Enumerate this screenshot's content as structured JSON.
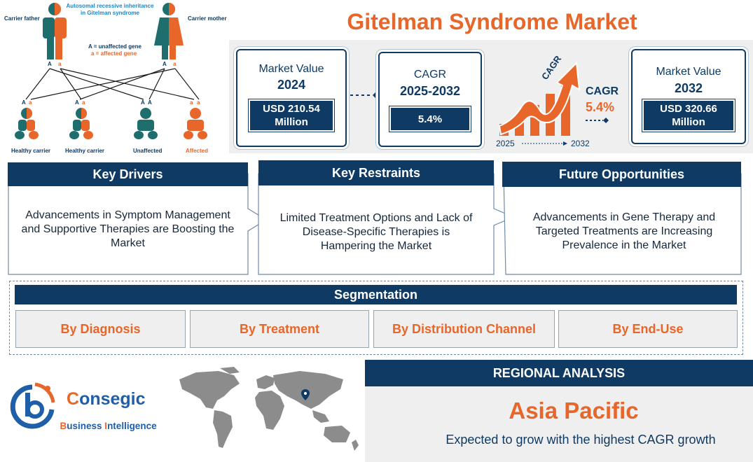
{
  "title": "Gitelman Syndrome Market",
  "genetics": {
    "title": "Autosomal recessive inheritance in Gitelman syndrome",
    "father_label": "Carrier father",
    "mother_label": "Carrier mother",
    "legend_unaffected": "A = unaffected gene",
    "legend_affected": "a = affected gene",
    "father_genes": [
      "A",
      "a"
    ],
    "mother_genes": [
      "A",
      "a"
    ],
    "children": [
      {
        "genes": [
          "A",
          "a"
        ],
        "label": "Healthy carrier"
      },
      {
        "genes": [
          "A",
          "a"
        ],
        "label": "Healthy carrier"
      },
      {
        "genes": [
          "A",
          "A"
        ],
        "label": "Unaffected"
      },
      {
        "genes": [
          "a",
          "a"
        ],
        "label": "Affected"
      }
    ]
  },
  "metrics": {
    "mv2024_label": "Market Value",
    "mv2024_year": "2024",
    "mv2024_value": "USD 210.54 Million",
    "cagr_label": "CAGR",
    "cagr_years": "2025-2032",
    "cagr_value": "5.4%",
    "mv2032_label": "Market Value",
    "mv2032_year": "2032",
    "mv2032_value": "USD 320.66 Million"
  },
  "cagr_graphic": {
    "arrow_label": "CAGR",
    "side_label": "CAGR",
    "side_value": "5.4%",
    "start_year": "2025",
    "end_year": "2032"
  },
  "panels": {
    "drivers_title": "Key Drivers",
    "drivers_text": "Advancements in Symptom Management and Supportive Therapies are Boosting the Market",
    "restraints_title": "Key Restraints",
    "restraints_text": "Limited Treatment Options and Lack of Disease-Specific Therapies is Hampering the Market",
    "opportunities_title": "Future Opportunities",
    "opportunities_text": "Advancements in Gene Therapy and Targeted Treatments are Increasing Prevalence in the Market"
  },
  "segmentation": {
    "title": "Segmentation",
    "items": [
      "By Diagnosis",
      "By Treatment",
      "By Distribution Channel",
      "By End-Use"
    ]
  },
  "logo": {
    "name_first": "C",
    "name_rest": "onsegic",
    "sub_b": "B",
    "sub_usiness": "usiness ",
    "sub_i": "I",
    "sub_ntelligence": "ntelligence"
  },
  "regional": {
    "header": "REGIONAL ANALYSIS",
    "region": "Asia Pacific",
    "note": "Expected to grow with the highest CAGR growth"
  },
  "colors": {
    "navy": "#0e3a63",
    "orange": "#e8662a",
    "teal": "#1f6e6e",
    "panel_gray": "#efefef"
  }
}
